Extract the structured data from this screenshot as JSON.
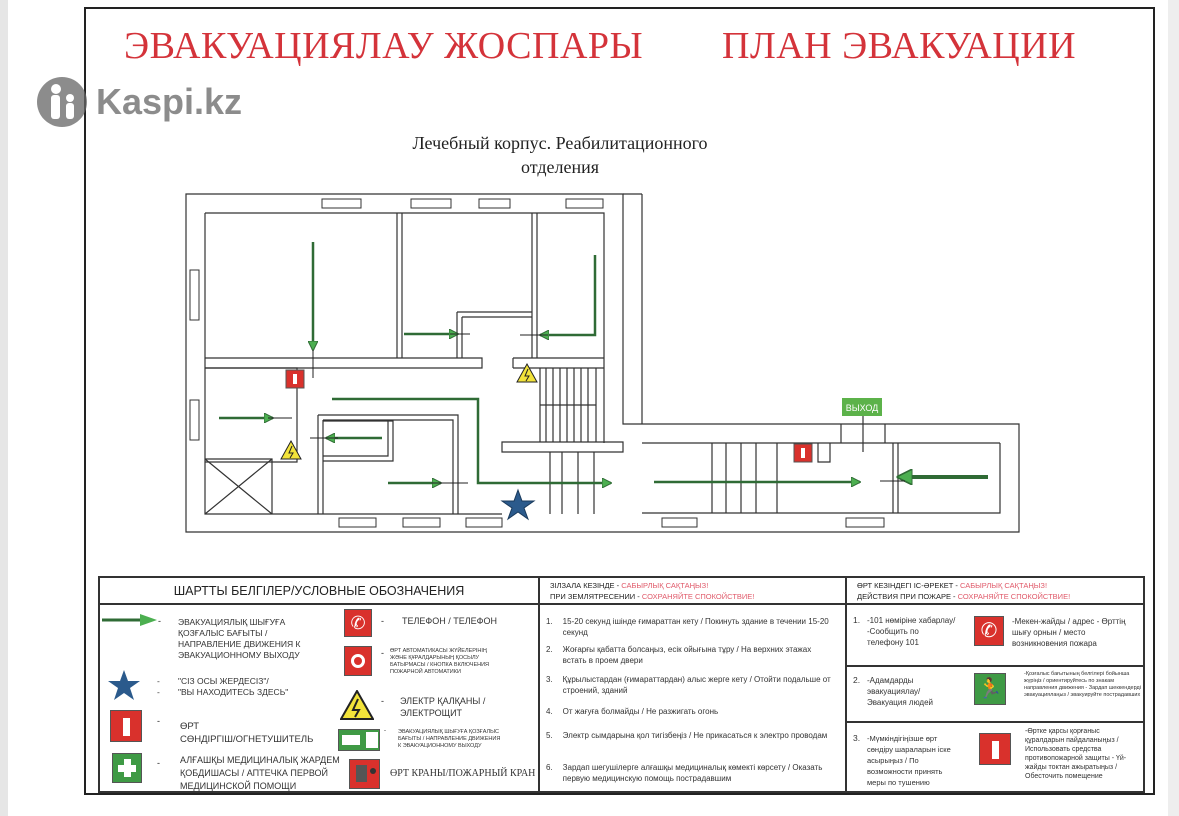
{
  "watermark": "Kaspi.kz",
  "title_kz": "ЭВАКУАЦИЯЛАУ ЖОСПАРЫ",
  "title_ru": "ПЛАН ЭВАКУАЦИИ",
  "subtitle": [
    "Лечебный корпус. Реабилитационного",
    "отделения"
  ],
  "exit_sign": "ВЫХОД",
  "colors": {
    "title": "#d4333a",
    "arrow": "#2f6b35",
    "arrow_head": "#4caf50",
    "star": "#2b5a8c",
    "sign_red": "#d9312c",
    "sign_green": "#3f9a45",
    "warning": "#f2e33a"
  },
  "legend": {
    "header": "ШАРТТЫ БЕЛГІЛЕР/УСЛОВНЫЕ ОБОЗНАЧЕНИЯ",
    "dash": "-",
    "items": {
      "arrow": [
        "ЭВАКУАЦИЯЛЫҚ ШЫҒУҒА",
        "ҚОЗҒАЛЫС БАҒЫТЫ  /",
        "НАПРАВЛЕНИЕ ДВИЖЕНИЯ К",
        "ЭВАКУАЦИОННОМУ ВЫХОДУ"
      ],
      "star": [
        "\"СІЗ  ОСЫ ЖЕРДЕСІЗ\"/",
        "\"ВЫ НАХОДИТЕСЬ ЗДЕСЬ\""
      ],
      "extinguisher": [
        "ӨРТ",
        "СӨНДІРГІШ/ОГНЕТУШИТЕЛЬ"
      ],
      "first_aid": [
        "АЛҒАШҚЫ МЕДИЦИНАЛЫҚ ЖАРДЕМ",
        "ҚОБДИШАСЫ / АПТЕЧКА ПЕРВОЙ",
        "МЕДИЦИНСКОЙ ПОМОЩИ"
      ],
      "phone": "ТЕЛЕФОН  / ТЕЛЕФОН",
      "fire_button": [
        "ӨРТ АВТОМАТИКАСЫ ЖҮЙЕЛЕРІНІҢ",
        "ЖӘНЕ ҚҰРАЛДАРЫНЫҢ ҚОСЫЛУ",
        "БАТЫРМАСЫ / КНОПКА ВКЛЮЧЕНИЯ",
        "ПОЖАРНОЙ АВТОМАТИКИ"
      ],
      "electric": [
        "ЭЛЕКТР ҚАЛҚАНЫ /",
        "ЭЛЕКТРОЩИТ"
      ],
      "exit_sign": [
        "ЭВАКУАЦИЯЛЫҚ ШЫҒУҒА ҚОЗҒАЛЫС",
        "БАҒЫТЫ  / НАПРАВЛЕНИЕ ДВИЖЕНИЯ",
        "К ЭВАКУАЦИОННОМУ ВЫХОДУ"
      ],
      "fire_crane": "ӨРТ КРАНЫ/ПОЖАРНЫЙ КРАН"
    }
  },
  "earthquake": {
    "header_kz": "ЗІЛЗАЛА КЕЗІНДЕ - ",
    "header_kz_red": "САБЫРЛЫҚ САҚТАҢЫЗ!",
    "header_ru": "ПРИ ЗЕМЛЯТРЕСЕНИИ - ",
    "header_ru_red": "СОХРАНЯЙТЕ СПОКОЙСТВИЕ!",
    "steps": [
      {
        "n": "1.",
        "text": "15-20 секунд ішінде ғимараттан кету / Покинуть здание в течении 15-20 секунд"
      },
      {
        "n": "2.",
        "text": "Жоғарғы қабатта болсаңыз, есік ойығына тұру / На верхних этажах встать в проем двери"
      },
      {
        "n": "3.",
        "text": "Құрылыстардан (ғимараттардан) алыс жерге кету / Отойти подальше от строений, зданий"
      },
      {
        "n": "4.",
        "text": "От жағуға болмайды / Не разжигать огонь"
      },
      {
        "n": "5.",
        "text": "Электр сымдарына қол тигізбеңіз / Не прикасаться к электро проводам"
      },
      {
        "n": "6.",
        "text": "Зардап шегушілерге  алғашқы медициналық көмекті көрсету / Оказать первую медицинскую помощь пострадавшим"
      }
    ]
  },
  "fire": {
    "header_kz": "ӨРТ КЕЗІНДЕГІ ІС-ӘРЕКЕТ - ",
    "header_kz_red": "САБЫРЛЫҚ САҚТАҢЫЗ!",
    "header_ru": "ДЕЙСТВИЯ ПРИ ПОЖАРЕ - ",
    "header_ru_red": "СОХРАНЯЙТЕ СПОКОЙСТВИЕ!",
    "steps": [
      {
        "n": "1.",
        "left": "-101 нөміріне хабарлау/ -Сообщить по телефону 101",
        "right": "-Мекен-жайды / адрес - Өрттің шығу  орнын / место возникновения пожара"
      },
      {
        "n": "2.",
        "left": "-Адамдарды эвакуациялау/ Эвакуация людей",
        "right": "-Қозғалыс бағытының белгілері бойынша жүріңіз / ориентируйтесь по знакам направления движения - Зардап шеккендерді эвакуациялаңыз / эвакуируйте пострадавших"
      },
      {
        "n": "3.",
        "left": "-Мүмкіндігіңізше өрт сөндіру шараларын іске асырыңыз / По возможности принять меры по тушению",
        "right": "-Өртке  қарсы қорғаныс құралдарын пайдаланыңыз / Использовать средства противопожарной защиты - Үй-жайды токтан ажыратыңыз / Обесточить помещение"
      }
    ]
  }
}
